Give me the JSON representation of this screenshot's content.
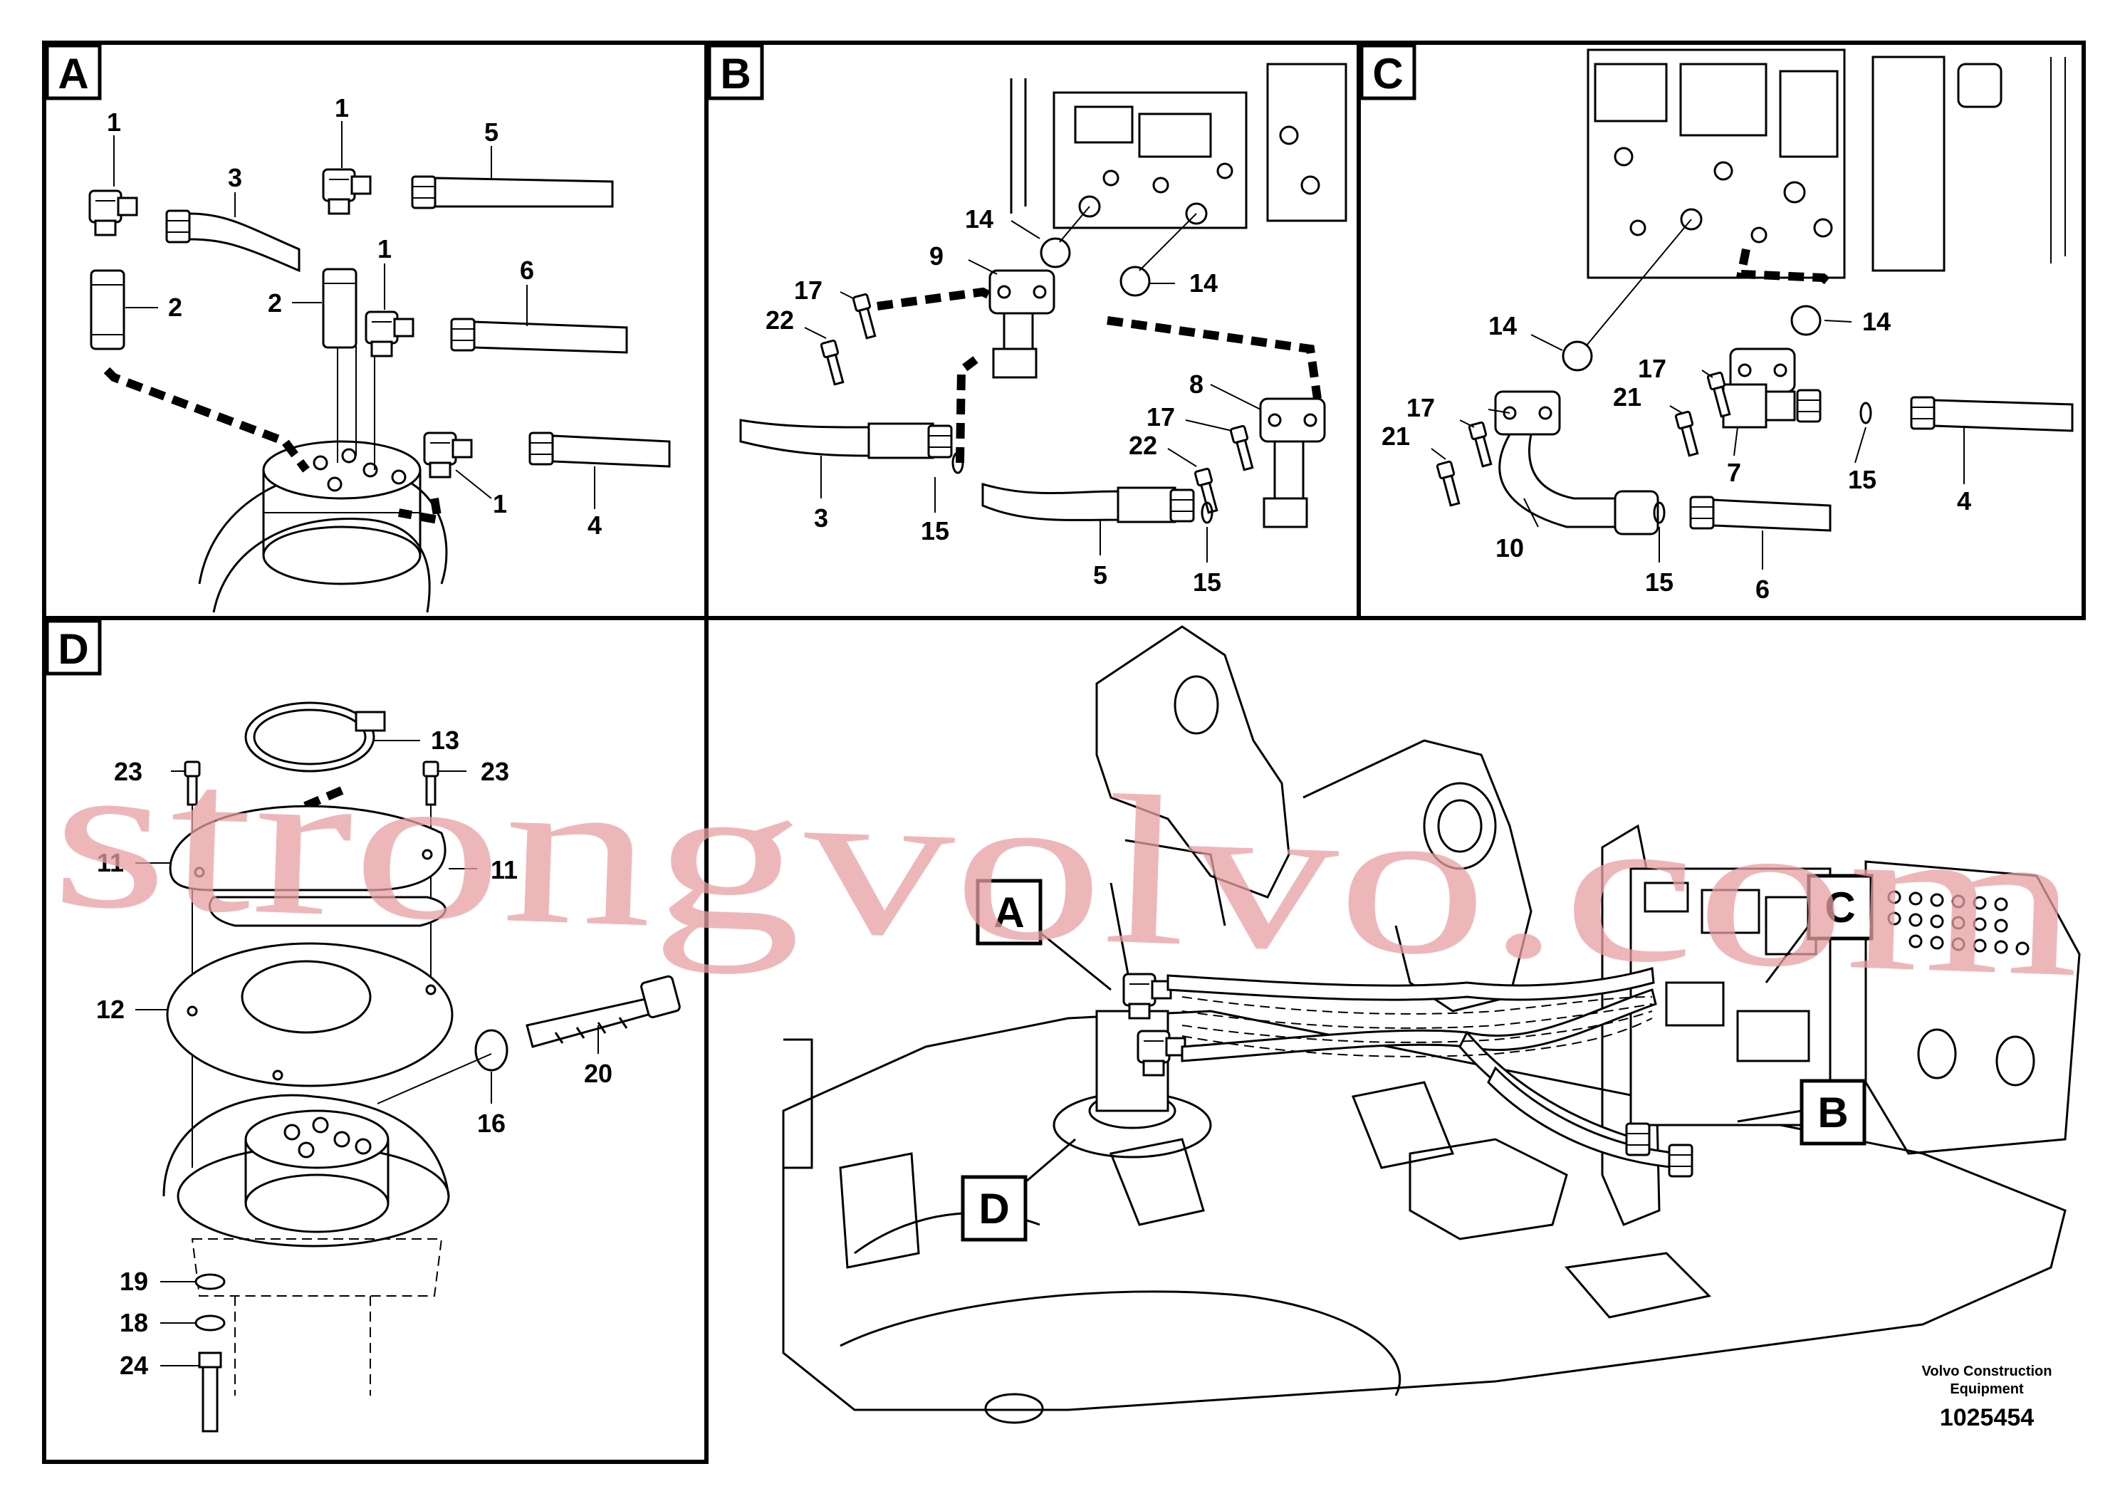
{
  "panels": {
    "A": {
      "tag": "A",
      "labels": [
        "1",
        "3",
        "2",
        "1",
        "5",
        "2",
        "1",
        "6",
        "1",
        "4"
      ]
    },
    "B": {
      "tag": "B",
      "labels": [
        "14",
        "9",
        "17",
        "22",
        "14",
        "8",
        "17",
        "22",
        "3",
        "15",
        "5",
        "15"
      ]
    },
    "C": {
      "tag": "C",
      "labels": [
        "14",
        "14",
        "17",
        "21",
        "17",
        "21",
        "7",
        "15",
        "4",
        "10",
        "15",
        "6"
      ]
    },
    "D": {
      "tag": "D",
      "labels": [
        "13",
        "23",
        "23",
        "11",
        "11",
        "12",
        "20",
        "16",
        "19",
        "18",
        "24"
      ]
    },
    "overview": {
      "callouts": [
        "A",
        "C",
        "D",
        "B"
      ]
    }
  },
  "watermark": "strongvolvo.com",
  "footer": {
    "company_line1": "Volvo Construction",
    "company_line2": "Equipment",
    "drawing_number": "1025454"
  }
}
